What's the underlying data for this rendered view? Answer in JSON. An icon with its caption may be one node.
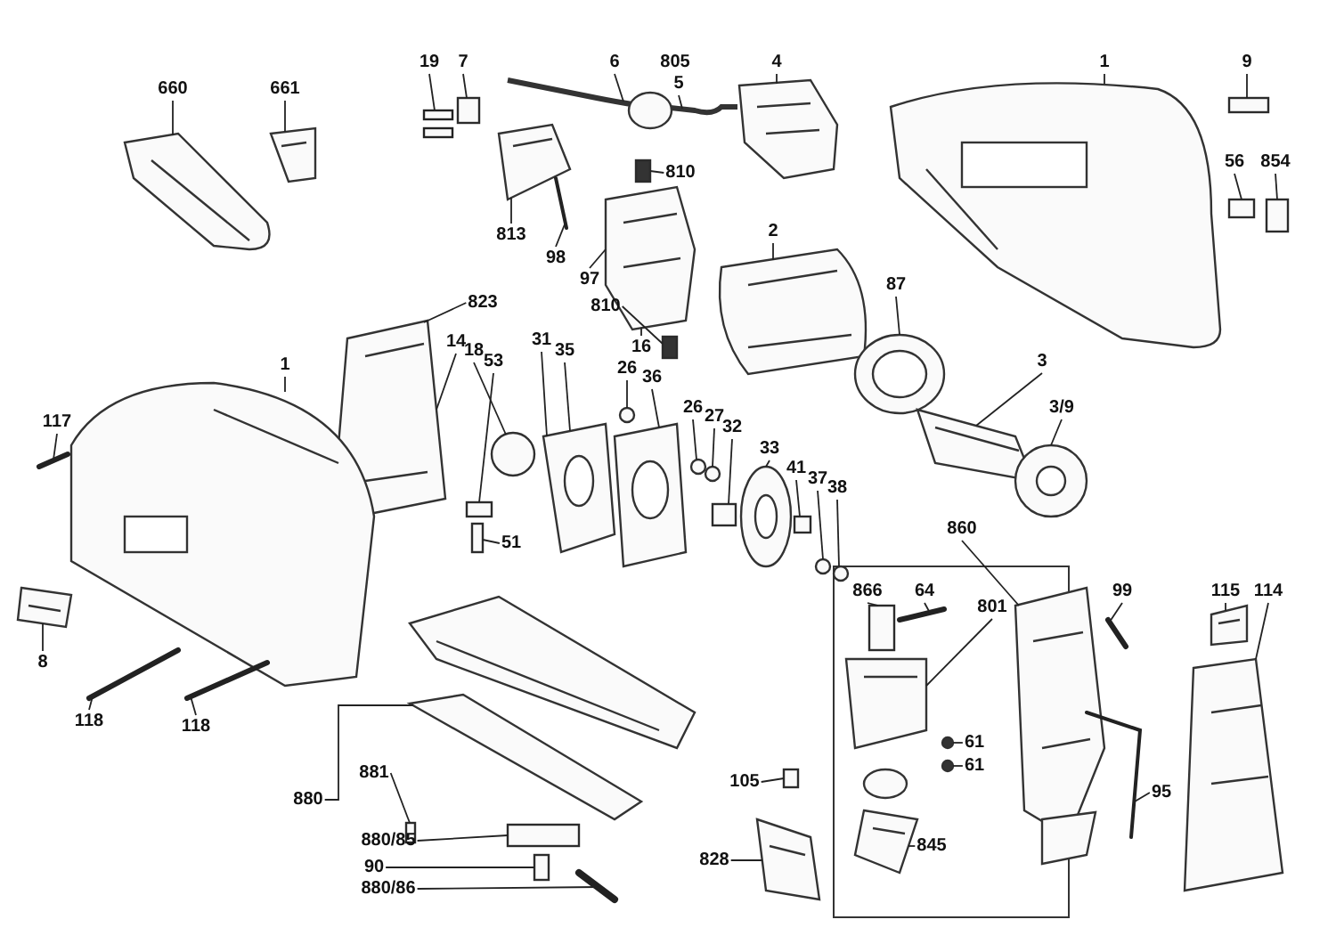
{
  "diagram": {
    "nodes": [
      {
        "text": [
          "19"
        ]
      },
      {
        "text": [
          "7"
        ]
      },
      {
        "text": [
          "6"
        ]
      },
      {
        "text": [
          "805"
        ]
      },
      {
        "text": [
          "5"
        ]
      },
      {
        "text": [
          "4"
        ]
      },
      {
        "text": [
          "1"
        ]
      },
      {
        "text": [
          "9"
        ]
      },
      {
        "text": [
          "660"
        ]
      },
      {
        "text": [
          "661"
        ]
      },
      {
        "text": [
          "810"
        ]
      },
      {
        "text": [
          "813"
        ]
      },
      {
        "text": [
          "98"
        ]
      },
      {
        "text": [
          "97"
        ]
      },
      {
        "text": [
          "2"
        ]
      },
      {
        "text": [
          "56"
        ]
      },
      {
        "text": [
          "854"
        ]
      },
      {
        "text": [
          "810"
        ]
      },
      {
        "text": [
          "16"
        ]
      },
      {
        "text": [
          "87"
        ]
      },
      {
        "text": [
          "823"
        ]
      },
      {
        "text": [
          "14"
        ]
      },
      {
        "text": [
          "18"
        ]
      },
      {
        "text": [
          "53"
        ]
      },
      {
        "text": [
          "31"
        ]
      },
      {
        "text": [
          "35"
        ]
      },
      {
        "text": [
          "26"
        ]
      },
      {
        "text": [
          "36"
        ]
      },
      {
        "text": [
          "1"
        ]
      },
      {
        "text": [
          "117"
        ]
      },
      {
        "text": [
          "3"
        ]
      },
      {
        "text": [
          "26"
        ]
      },
      {
        "text": [
          "27"
        ]
      },
      {
        "text": [
          "32"
        ]
      },
      {
        "text": [
          "3/9"
        ]
      },
      {
        "text": [
          "33"
        ]
      },
      {
        "text": [
          "41"
        ]
      },
      {
        "text": [
          "37"
        ]
      },
      {
        "text": [
          "38"
        ]
      },
      {
        "text": [
          "51"
        ]
      },
      {
        "text": [
          "860"
        ]
      },
      {
        "text": [
          "866"
        ]
      },
      {
        "text": [
          "64"
        ]
      },
      {
        "text": [
          "801"
        ]
      },
      {
        "text": [
          "99"
        ]
      },
      {
        "text": [
          "115"
        ]
      },
      {
        "text": [
          "114"
        ]
      },
      {
        "text": [
          "8"
        ]
      },
      {
        "text": [
          "118"
        ]
      },
      {
        "text": [
          "118"
        ]
      },
      {
        "text": [
          "881"
        ]
      },
      {
        "text": [
          "880"
        ]
      },
      {
        "text": [
          "61"
        ]
      },
      {
        "text": [
          "61"
        ]
      },
      {
        "text": [
          "95"
        ]
      },
      {
        "text": [
          "880/85"
        ]
      },
      {
        "text": [
          "90"
        ]
      },
      {
        "text": [
          "105"
        ]
      },
      {
        "text": [
          "845"
        ]
      },
      {
        "text": [
          "828"
        ]
      },
      {
        "text": [
          "880/86"
        ]
      },
      {
        "text": [],
        "shape": "bar"
      },
      {
        "text": [],
        "shape": "box"
      },
      {
        "text": [],
        "shape": "picture"
      },
      {
        "text": [],
        "shape": "picture"
      },
      {
        "text": [],
        "shape": "picture"
      },
      {
        "text": [],
        "shape": "box"
      },
      {
        "text": [],
        "shape": "picture"
      },
      {
        "text": [],
        "shape": "picture"
      },
      {
        "text": [],
        "shape": "box"
      },
      {
        "text": [],
        "shape": "picture"
      },
      {
        "text": [],
        "shape": "bar"
      },
      {
        "text": [],
        "shape": "picture"
      },
      {
        "text": [],
        "shape": "box"
      },
      {
        "text": [],
        "shape": "picture"
      },
      {
        "text": [],
        "shape": "box"
      },
      {
        "text": [],
        "shape": "box"
      },
      {
        "text": [],
        "shape": "picture"
      },
      {
        "text": [],
        "shape": "picture"
      },
      {
        "text": [],
        "shape": "picture"
      },
      {
        "text": [],
        "shape": "circle"
      },
      {
        "text": [],
        "shape": "box"
      },
      {
        "text": [],
        "shape": "picture"
      },
      {
        "text": [],
        "shape": "circle"
      },
      {
        "text": [],
        "shape": "picture"
      },
      {
        "text": [],
        "shape": "picture"
      },
      {
        "text": [],
        "shape": "bar"
      },
      {
        "text": [],
        "shape": "circle"
      },
      {
        "text": [],
        "shape": "circle"
      },
      {
        "text": [],
        "shape": "box"
      },
      {
        "text": [],
        "shape": "picture"
      },
      {
        "text": [],
        "shape": "box"
      },
      {
        "text": [],
        "shape": "circle"
      },
      {
        "text": [],
        "shape": "circle"
      },
      {
        "text": [],
        "shape": "box"
      },
      {
        "text": [],
        "shape": "picture"
      },
      {
        "text": [],
        "shape": "box"
      },
      {
        "text": [],
        "shape": "bar"
      },
      {
        "text": [],
        "shape": "picture"
      },
      {
        "text": [],
        "shape": "bar"
      },
      {
        "text": [],
        "shape": "picture"
      },
      {
        "text": [],
        "shape": "picture"
      },
      {
        "text": [],
        "shape": "picture"
      },
      {
        "text": [],
        "shape": "bar"
      },
      {
        "text": [],
        "shape": "bar"
      },
      {
        "text": [],
        "shape": "picture"
      },
      {
        "text": [],
        "shape": "box"
      },
      {
        "text": [],
        "shape": "circle"
      },
      {
        "text": [],
        "shape": "circle"
      },
      {
        "text": [],
        "shape": "bar"
      },
      {
        "text": [],
        "shape": "box"
      },
      {
        "text": [],
        "shape": "box"
      },
      {
        "text": [],
        "shape": "box"
      },
      {
        "text": [],
        "shape": "picture"
      },
      {
        "text": [],
        "shape": "picture"
      },
      {
        "text": [],
        "shape": "bar"
      }
    ],
    "edges": [
      {
        "from": 0,
        "to": 61,
        "arrow": "none"
      },
      {
        "from": 1,
        "to": 62,
        "arrow": "none"
      },
      {
        "from": 2,
        "to": 63,
        "arrow": "none"
      },
      {
        "from": 4,
        "to": 63,
        "arrow": "none"
      },
      {
        "from": 5,
        "to": 64,
        "arrow": "none"
      },
      {
        "from": 6,
        "to": 65,
        "arrow": "none"
      },
      {
        "from": 7,
        "to": 66,
        "arrow": "none"
      },
      {
        "from": 8,
        "to": 67,
        "arrow": "none"
      },
      {
        "from": 9,
        "to": 68,
        "arrow": "none"
      },
      {
        "from": 10,
        "to": 69,
        "arrow": "none"
      },
      {
        "from": 11,
        "to": 70,
        "arrow": "none"
      },
      {
        "from": 12,
        "to": 71,
        "arrow": "none"
      },
      {
        "from": 13,
        "to": 72,
        "arrow": "none"
      },
      {
        "from": 14,
        "to": 74,
        "arrow": "none"
      },
      {
        "from": 15,
        "to": 75,
        "arrow": "none"
      },
      {
        "from": 16,
        "to": 76,
        "arrow": "none"
      },
      {
        "from": 17,
        "to": 73,
        "arrow": "none"
      },
      {
        "from": 18,
        "to": 72,
        "arrow": "none"
      },
      {
        "from": 19,
        "to": 77,
        "arrow": "none"
      },
      {
        "from": 20,
        "to": 79,
        "arrow": "none"
      },
      {
        "from": 21,
        "to": 79,
        "arrow": "none"
      },
      {
        "from": 22,
        "to": 80,
        "arrow": "none"
      },
      {
        "from": 23,
        "to": 81,
        "arrow": "none"
      },
      {
        "from": 24,
        "to": 82,
        "arrow": "none"
      },
      {
        "from": 25,
        "to": 82,
        "arrow": "none"
      },
      {
        "from": 26,
        "to": 83,
        "arrow": "none"
      },
      {
        "from": 27,
        "to": 84,
        "arrow": "none"
      },
      {
        "from": 28,
        "to": 85,
        "arrow": "none"
      },
      {
        "from": 29,
        "to": 86,
        "arrow": "none"
      },
      {
        "from": 30,
        "to": 78,
        "arrow": "none"
      },
      {
        "from": 31,
        "to": 87,
        "arrow": "none"
      },
      {
        "from": 32,
        "to": 88,
        "arrow": "none"
      },
      {
        "from": 33,
        "to": 89,
        "arrow": "none"
      },
      {
        "from": 34,
        "to": 78,
        "arrow": "none"
      },
      {
        "from": 35,
        "to": 90,
        "arrow": "none"
      },
      {
        "from": 36,
        "to": 91,
        "arrow": "none"
      },
      {
        "from": 37,
        "to": 92,
        "arrow": "none"
      },
      {
        "from": 38,
        "to": 93,
        "arrow": "none"
      },
      {
        "from": 39,
        "to": 94,
        "arrow": "none"
      },
      {
        "from": 40,
        "to": 95,
        "arrow": "none"
      },
      {
        "from": 41,
        "to": 96,
        "arrow": "none"
      },
      {
        "from": 42,
        "to": 97,
        "arrow": "none"
      },
      {
        "from": 43,
        "to": 98,
        "arrow": "none"
      },
      {
        "from": 44,
        "to": 99,
        "arrow": "none"
      },
      {
        "from": 45,
        "to": 100,
        "arrow": "none"
      },
      {
        "from": 46,
        "to": 101,
        "arrow": "none"
      },
      {
        "from": 47,
        "to": 102,
        "arrow": "none"
      },
      {
        "from": 48,
        "to": 103,
        "arrow": "none"
      },
      {
        "from": 49,
        "to": 104,
        "arrow": "none"
      },
      {
        "from": 50,
        "to": 106,
        "arrow": "none"
      },
      {
        "from": 51,
        "to": 105,
        "arrow": "none"
      },
      {
        "from": 52,
        "to": 107,
        "arrow": "none"
      },
      {
        "from": 53,
        "to": 108,
        "arrow": "none"
      },
      {
        "from": 54,
        "to": 109,
        "arrow": "none"
      },
      {
        "from": 55,
        "to": 110,
        "arrow": "none"
      },
      {
        "from": 56,
        "to": 111,
        "arrow": "none"
      },
      {
        "from": 57,
        "to": 112,
        "arrow": "none"
      },
      {
        "from": 58,
        "to": 113,
        "arrow": "none"
      },
      {
        "from": 59,
        "to": 114,
        "arrow": "none"
      },
      {
        "from": 60,
        "to": 115,
        "arrow": "none"
      }
    ]
  }
}
